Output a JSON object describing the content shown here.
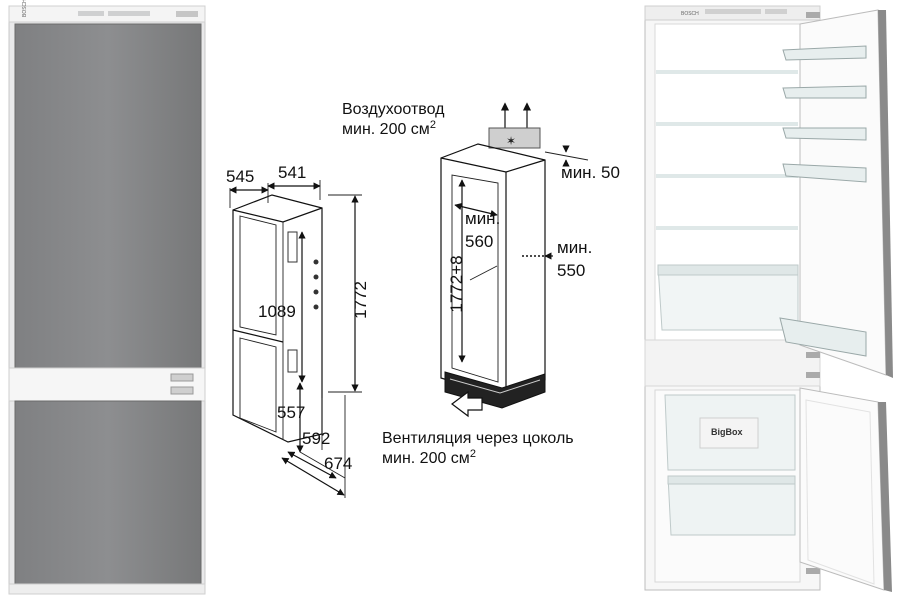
{
  "brand": "BOSCH",
  "drawer_label": "BigBox",
  "dimensions": {
    "depth_total": "545",
    "depth_body": "541",
    "height_total": "1772",
    "height_fridge": "1089",
    "height_freezer": "557",
    "depth_door_open": "592",
    "depth_max": "674"
  },
  "niche": {
    "air_out_title": "Воздухоотвод",
    "air_out_min": "мин. 200 см",
    "air_out_sup": "2",
    "gap_top": "мин. 50",
    "depth_min_label": "мин.",
    "depth_min_value": "560",
    "height_label": "1772+8",
    "width_min_label": "мин.",
    "width_min_value": "550",
    "vent_title": "Вентиляция через цоколь",
    "vent_min": "мин. 200 см",
    "vent_sup": "2"
  }
}
